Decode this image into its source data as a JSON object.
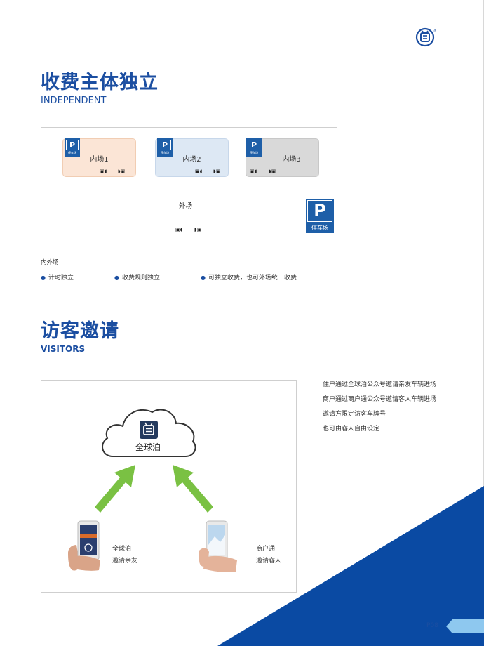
{
  "header": {
    "logo_icon": "quanqiubo-logo-icon",
    "brand_color": "#1b4ea1"
  },
  "section1": {
    "title": "收费主体独立",
    "subtitle": "INDEPENDENT",
    "zones": [
      {
        "label": "内场1",
        "color": "#fbe5d6"
      },
      {
        "label": "内场2",
        "color": "#dde8f4"
      },
      {
        "label": "内场3",
        "color": "#d9d9d9"
      }
    ],
    "outer_label": "外场",
    "sign_letter": "P",
    "sign_label": "停车场",
    "caption": "内外场",
    "bullets": [
      "计时独立",
      "收费规则独立",
      "可独立收费，也可外场统一收费"
    ]
  },
  "section2": {
    "title": "访客邀请",
    "subtitle": "VISITORS",
    "cloud_label": "全球泊",
    "left_phone": {
      "line1": "全球泊",
      "line2": "邀请亲友"
    },
    "right_phone": {
      "line1": "商户通",
      "line2": "邀请客人"
    },
    "description": [
      "住户通过全球泊公众号邀请亲友车辆进场",
      "商户通过商户通公众号邀请客人车辆进场",
      "邀请方限定访客车牌号",
      "也可由客人自由设定"
    ]
  },
  "footer": {
    "page_number": "P08",
    "accent_color": "#0a4aa3",
    "tab_color": "#8ec8ef"
  }
}
